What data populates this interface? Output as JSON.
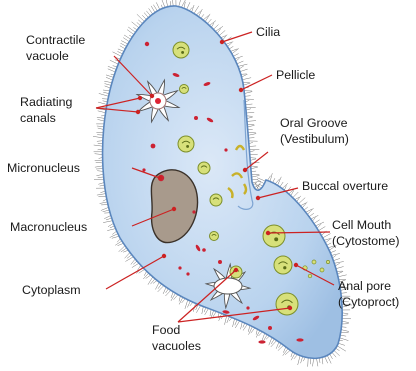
{
  "diagram": {
    "labels": {
      "cilia": "Cilia",
      "contractile_vacuole": [
        "Contractile",
        "vacuole"
      ],
      "pellicle": "Pellicle",
      "radiating_canals": [
        "Radiating",
        "canals"
      ],
      "oral_groove": [
        "Oral Groove",
        "(Vestibulum)"
      ],
      "micronucleus": "Micronucleus",
      "buccal_overture": "Buccal overture",
      "macronucleus": "Macronucleus",
      "cell_mouth": [
        "Cell Mouth",
        "(Cytostome)"
      ],
      "cytoplasm": "Cytoplasm",
      "anal_pore": [
        "Anal pore",
        "(Cytoproct)"
      ],
      "food_vacuoles": [
        "Food",
        "vacuoles"
      ]
    },
    "colors": {
      "body_fill": "#b9d3ee",
      "body_edge": "#5a86bd",
      "leader": "#cc2222",
      "food_vacuole": "#d7e07a",
      "food_edge": "#7c8f2a",
      "macronucleus": "#a89a8c",
      "granule": "#cc2233",
      "cilia": "#777777"
    }
  }
}
